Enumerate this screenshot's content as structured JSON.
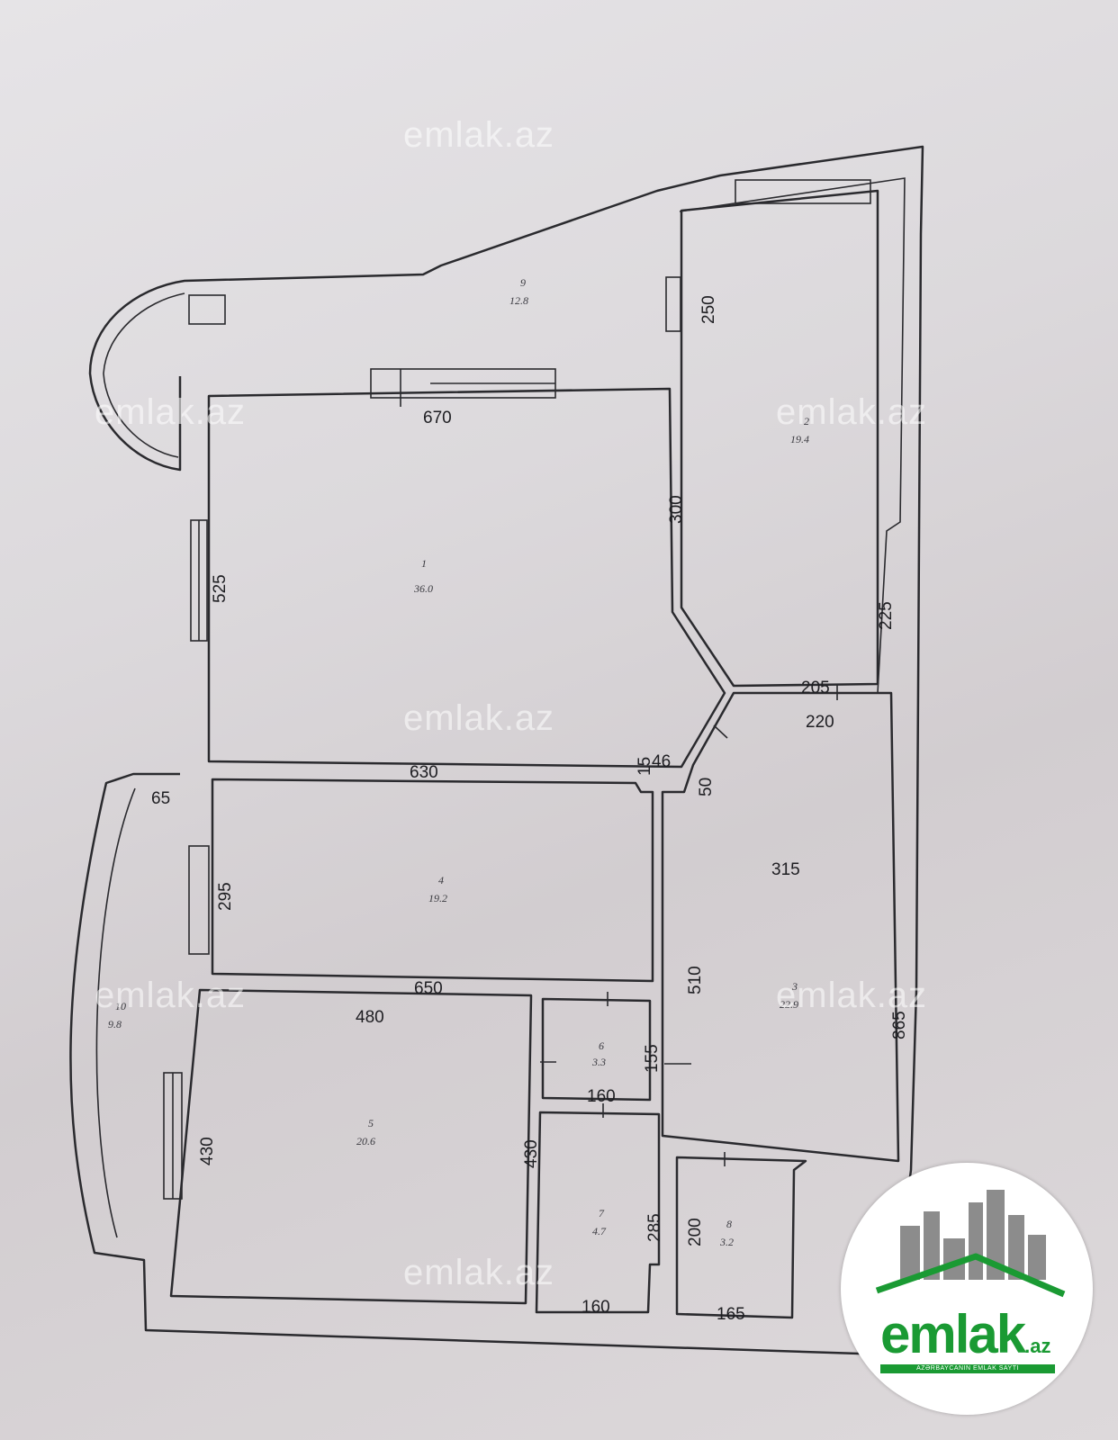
{
  "watermark": "emlak.az",
  "logo": {
    "name": "emlak",
    "tld": ".az",
    "tagline": "AZƏRBAYCANIN EMLAK SAYTI",
    "brand_green": "#1a9a33",
    "building_gray": "#8c8c8c"
  },
  "dimensions": {
    "d670": "670",
    "d250": "250",
    "d300": "300",
    "d525": "525",
    "d225": "225",
    "d205": "205",
    "d220": "220",
    "d630": "630",
    "d15": "15",
    "d46": "46",
    "d50": "50",
    "d65": "65",
    "d295": "295",
    "d315": "315",
    "d510": "510",
    "d865": "865",
    "d650": "650",
    "d480": "480",
    "d155": "155",
    "d160a": "160",
    "d430a": "430",
    "d430b": "430",
    "d285": "285",
    "d200": "200",
    "d160b": "160",
    "d165": "165"
  },
  "rooms": [
    {
      "num": "1",
      "area": "36.0"
    },
    {
      "num": "2",
      "area": "19.4"
    },
    {
      "num": "3",
      "area": "22.9"
    },
    {
      "num": "4",
      "area": "19.2"
    },
    {
      "num": "5",
      "area": "20.6"
    },
    {
      "num": "6",
      "area": "3.3"
    },
    {
      "num": "7",
      "area": "4.7"
    },
    {
      "num": "8",
      "area": "3.2"
    },
    {
      "num": "9",
      "area": "12.8"
    },
    {
      "num": "10",
      "area": "9.8"
    }
  ]
}
